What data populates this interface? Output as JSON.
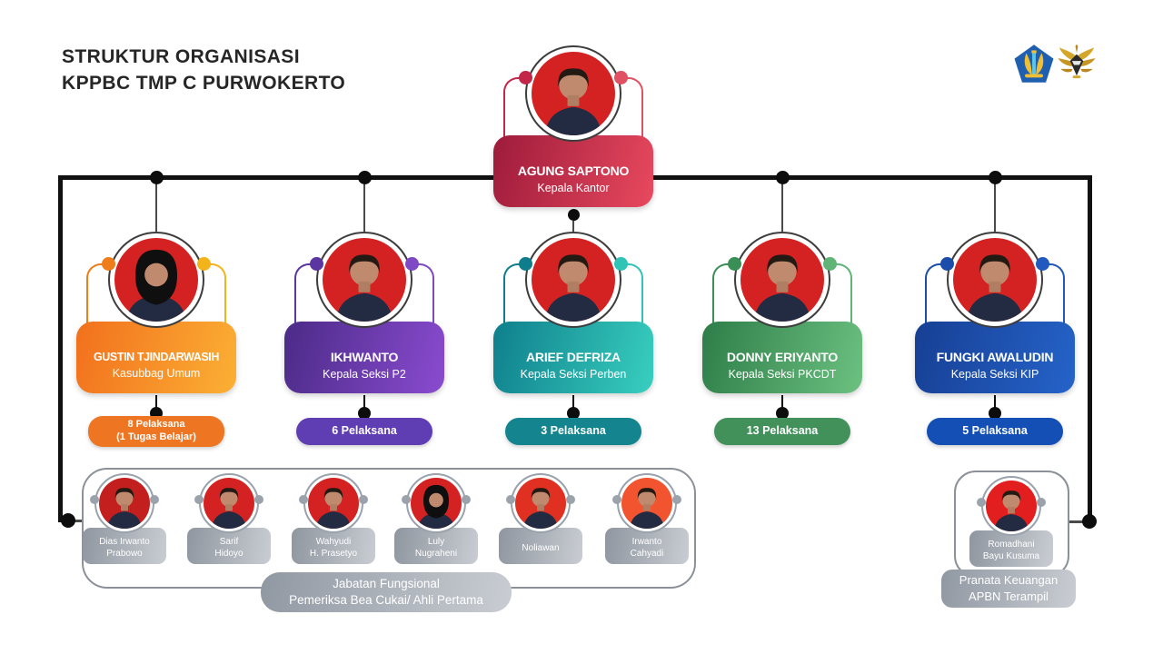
{
  "title": {
    "line1": "STRUKTUR ORGANISASI",
    "line2": "KPPBC TMP C PURWOKERTO"
  },
  "root": {
    "name": "AGUNG SAPTONO",
    "role": "Kepala Kantor",
    "photo_variant": "male",
    "photo_bg": "#D42222",
    "colors": {
      "g1": "#9E1B3B",
      "g2": "#E8495E",
      "dot_left": "#C2274A",
      "dot_right": "#E05263"
    }
  },
  "managers": [
    {
      "name": "GUSTIN TJINDARWASIH",
      "role": "Kasubbag Umum",
      "badge_line1": "8 Pelaksana",
      "badge_line2": "(1 Tugas Belajar)",
      "photo_variant": "hijab",
      "photo_bg": "#D42222",
      "colors": {
        "g1": "#F2701D",
        "g2": "#FBB034",
        "dot_left": "#EF7D1A",
        "dot_right": "#F3B41B",
        "badge": "#EE7623"
      }
    },
    {
      "name": "IKHWANTO",
      "role": "Kepala Seksi P2",
      "badge_line1": "6 Pelaksana",
      "badge_line2": "",
      "photo_variant": "male",
      "photo_bg": "#D42222",
      "colors": {
        "g1": "#4B2B87",
        "g2": "#8A4BD0",
        "dot_left": "#5B35A0",
        "dot_right": "#7F49C6",
        "badge": "#5F3DB3"
      }
    },
    {
      "name": "ARIEF DEFRIZA",
      "role": "Kepala Seksi Perben",
      "badge_line1": "3 Pelaksana",
      "badge_line2": "",
      "photo_variant": "male",
      "photo_bg": "#D42222",
      "colors": {
        "g1": "#0F7F8C",
        "g2": "#38CFBF",
        "dot_left": "#0E7E8C",
        "dot_right": "#2FC4B5",
        "badge": "#14858E"
      }
    },
    {
      "name": "DONNY ERIYANTO",
      "role": "Kepala Seksi PKCDT",
      "badge_line1": "13 Pelaksana",
      "badge_line2": "",
      "photo_variant": "male",
      "photo_bg": "#D42222",
      "colors": {
        "g1": "#2E7D49",
        "g2": "#6CC180",
        "dot_left": "#3A8F56",
        "dot_right": "#5FB476",
        "badge": "#42915B"
      }
    },
    {
      "name": "FUNGKI AWALUDIN",
      "role": "Kepala Seksi KIP",
      "badge_line1": "5 Pelaksana",
      "badge_line2": "",
      "photo_variant": "male",
      "photo_bg": "#D42222",
      "colors": {
        "g1": "#173F94",
        "g2": "#2563C9",
        "dot_left": "#1C4DAA",
        "dot_right": "#2159BE",
        "badge": "#134FB4"
      }
    }
  ],
  "functional_group": {
    "label_line1": "Jabatan Fungsional",
    "label_line2": "Pemeriksa Bea Cukai/ Ahli Pertama",
    "members": [
      {
        "line1": "Dias Irwanto",
        "line2": "Prabowo",
        "photo_variant": "male",
        "photo_bg": "#C41F1F"
      },
      {
        "line1": "Sarif",
        "line2": "Hidoyo",
        "photo_variant": "male",
        "photo_bg": "#D42222"
      },
      {
        "line1": "Wahyudi",
        "line2": "H. Prasetyo",
        "photo_variant": "male",
        "photo_bg": "#D42222"
      },
      {
        "line1": "Luly",
        "line2": "Nugraheni",
        "photo_variant": "hijab",
        "photo_bg": "#D42222"
      },
      {
        "line1": "Noliawan",
        "line2": "",
        "photo_variant": "male",
        "photo_bg": "#E03022"
      },
      {
        "line1": "Irwanto",
        "line2": "Cahyadi",
        "photo_variant": "male",
        "photo_bg": "#F25430"
      }
    ]
  },
  "treasury_group": {
    "label_line1": "Pranata Keuangan",
    "label_line2": "APBN Terampil",
    "member": {
      "line1": "Romadhani",
      "line2": "Bayu Kusuma",
      "photo_variant": "male",
      "photo_bg": "#E31E1E"
    }
  }
}
